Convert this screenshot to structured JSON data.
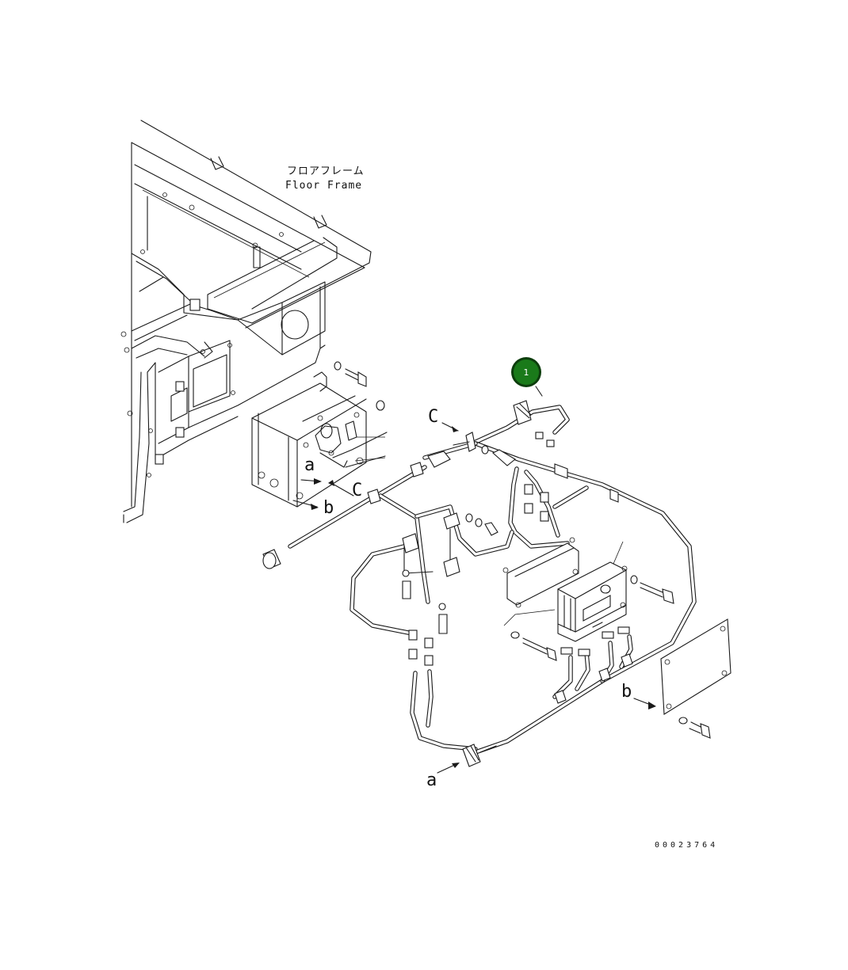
{
  "drawing": {
    "frame_label_jp": "フロアフレーム",
    "frame_label_en": "Floor Frame",
    "part_number": "00023764"
  },
  "callouts": [
    {
      "id": "1",
      "label": "1",
      "color": "#1a7a1a"
    }
  ],
  "view_markers": {
    "a": "a",
    "b": "b",
    "c": "C"
  },
  "colors": {
    "line": "#1a1a1a",
    "background": "#ffffff",
    "callout_fill": "#1a7a1a",
    "callout_ring": "#0d3d0d"
  }
}
